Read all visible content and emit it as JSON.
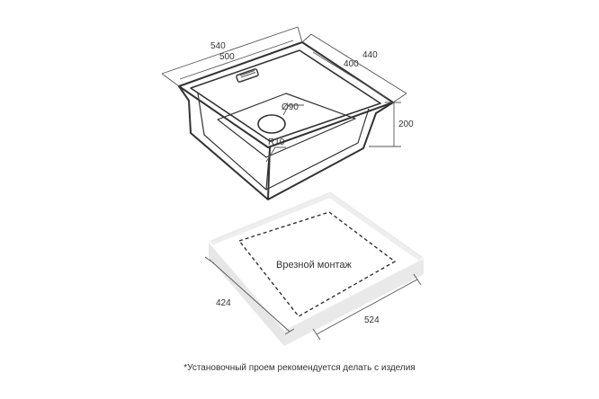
{
  "sink": {
    "dims": {
      "outer_width": "540",
      "inner_width": "500",
      "outer_depth": "440",
      "inner_depth": "400",
      "height": "200",
      "drain": "Ø90",
      "radius": "R10"
    }
  },
  "cutout": {
    "label": "Врезной монтаж",
    "dim_left": "424",
    "dim_bottom": "524"
  },
  "footnote": "*Установочный проем рекомендуется делать с изделия",
  "colors": {
    "line": "#333333",
    "dim": "#555555",
    "board_top": "#ffffff",
    "board_side": "#e6e6e6"
  }
}
